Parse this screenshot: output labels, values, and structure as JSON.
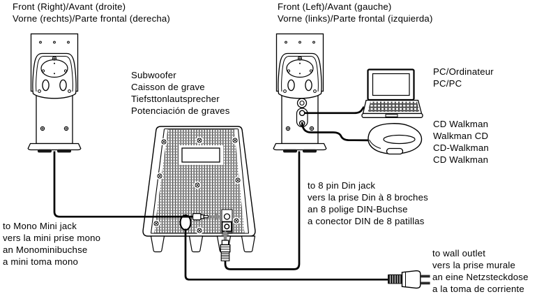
{
  "colors": {
    "background": "#ffffff",
    "line": "#000000",
    "arrow": "#8a8a8a"
  },
  "icons": {
    "connect_arrow_right": "▶",
    "connect_arrow_up": "▲"
  },
  "labels": {
    "front_right": "Front (Right)/Avant (droite)\nVorne (rechts)/Parte frontal (derecha)",
    "front_left": "Front (Left)/Avant (gauche)\nVorne (links)/Parte frontal (izquierda)",
    "subwoofer": "Subwoofer\nCaisson de grave\nTiefsttonlautsprecher\nPotenciación de graves",
    "pc": "PC/Ordinateur\nPC/PC",
    "cd_walkman": "CD Walkman\nWalkman CD\nCD-Walkman\nCD Walkman",
    "din_jack": "to 8 pin Din jack\nvers la prise Din à 8 broches\nan 8 polige DIN-Buchse\na conector DIN de 8 patillas",
    "mono_mini_jack": "to Mono Mini jack\nvers la mini prise mono\nan Monominibuchse\na mini toma mono",
    "wall_outlet": "to wall outlet\nvers la prise murale\nan eine Netzsteckdose\na la toma de corriente"
  }
}
